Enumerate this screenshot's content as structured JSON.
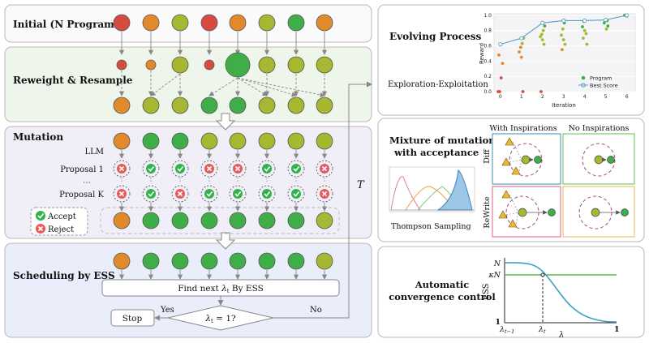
{
  "panels": {
    "initial": {
      "title": "Initial (N Programs)"
    },
    "reweight": {
      "title": "Reweight & Resample"
    },
    "mutation": {
      "title": "Mutation",
      "row_labels": [
        "LLM",
        "Proposal 1",
        "⋯",
        "Proposal K"
      ],
      "legend": {
        "accept": "Accept",
        "reject": "Reject"
      },
      "proposal1": [
        "reject",
        "accept",
        "accept",
        "reject",
        "reject",
        "accept",
        "accept",
        "reject"
      ],
      "proposalK": [
        "reject",
        "accept",
        "reject",
        "accept",
        "accept",
        "accept",
        "accept",
        "reject"
      ]
    },
    "scheduling": {
      "title": "Scheduling by ESS",
      "find_box": "Find next λ_t By ESS",
      "find_prefix": "Find next ",
      "find_lambda": "λ",
      "find_sub": "t",
      "find_suffix": " By ESS",
      "decision_lambda": "λ",
      "decision_sub": "t",
      "decision_suffix": " = 1?",
      "yes": "Yes",
      "no": "No",
      "stop": "Stop"
    },
    "loop_label": "T"
  },
  "rows": {
    "initial": [
      "red",
      "orange",
      "olive",
      "red",
      "orange",
      "olive",
      "green",
      "orange"
    ],
    "reweight_small": [
      "red",
      "orange",
      "olive",
      "red",
      "green",
      "olive",
      "olive",
      "olive"
    ],
    "reweight_sizes": [
      "s",
      "s",
      "m",
      "s",
      "xl",
      "m",
      "m",
      "m"
    ],
    "resampled": [
      "orange",
      "olive",
      "olive",
      "green",
      "green",
      "olive",
      "olive",
      "olive"
    ],
    "mutation_top": [
      "orange",
      "green",
      "green",
      "olive",
      "olive",
      "olive",
      "olive",
      "olive"
    ],
    "mutation_bottom": [
      "orange",
      "green",
      "green",
      "green",
      "green",
      "green",
      "green",
      "olive"
    ],
    "scheduling": [
      "orange",
      "green",
      "green",
      "green",
      "green",
      "green",
      "green",
      "olive"
    ]
  },
  "colors": {
    "red": "#d64a3f",
    "orange": "#e28a2b",
    "olive": "#a6b832",
    "green": "#3fae48",
    "accept": "#2fb34a",
    "reject": "#e85a5a",
    "panel_green": "#eef5ea",
    "panel_lav": "#f0eff7",
    "panel_blue": "#e9eefa",
    "panel_border": "#b8b8b8"
  },
  "evolving": {
    "title": "Evolving Process",
    "subtitle": "Exploration-Exploitation",
    "legend": {
      "program": "Program",
      "best": "Best Score"
    }
  },
  "chart_data": {
    "type": "scatter",
    "title": "",
    "xlabel": "Iteration",
    "ylabel": "Reward",
    "x_ticks": [
      0,
      1,
      2,
      3,
      4,
      5,
      6
    ],
    "y_ticks": [
      0.0,
      0.2,
      0.4,
      0.6,
      0.8,
      1.0
    ],
    "xlim": [
      -0.3,
      6.4
    ],
    "ylim": [
      0,
      1.02
    ],
    "series": [
      {
        "name": "Program",
        "points": [
          [
            0,
            0.0
          ],
          [
            0,
            0.0
          ],
          [
            0,
            0.18
          ],
          [
            0,
            0.37
          ],
          [
            0,
            0.48
          ],
          [
            1,
            0.0
          ],
          [
            1,
            0.45
          ],
          [
            1,
            0.52
          ],
          [
            1,
            0.58
          ],
          [
            1,
            0.63
          ],
          [
            1,
            0.7
          ],
          [
            2,
            0.0
          ],
          [
            2,
            0.62
          ],
          [
            2,
            0.68
          ],
          [
            2,
            0.72
          ],
          [
            2,
            0.75
          ],
          [
            2,
            0.8
          ],
          [
            2,
            0.86
          ],
          [
            3,
            0.55
          ],
          [
            3,
            0.62
          ],
          [
            3,
            0.68
          ],
          [
            3,
            0.74
          ],
          [
            3,
            0.82
          ],
          [
            3,
            0.9
          ],
          [
            4,
            0.62
          ],
          [
            4,
            0.7
          ],
          [
            4,
            0.76
          ],
          [
            4,
            0.8
          ],
          [
            4,
            0.85
          ],
          [
            4,
            0.92
          ],
          [
            5,
            0.82
          ],
          [
            5,
            0.86
          ],
          [
            5,
            0.9
          ],
          [
            5,
            0.93
          ],
          [
            6,
            0.99
          ],
          [
            6,
            1.0
          ]
        ]
      },
      {
        "name": "Best Score",
        "points": [
          [
            0,
            0.62
          ],
          [
            1,
            0.7
          ],
          [
            2,
            0.9
          ],
          [
            3,
            0.93
          ],
          [
            4,
            0.93
          ],
          [
            5,
            0.94
          ],
          [
            6,
            1.0
          ]
        ]
      }
    ],
    "legend_position": "bottom-right"
  },
  "mixture": {
    "title_line1": "Mixture of mutation",
    "title_line2": "with acceptance",
    "col1": "With Inspirations",
    "col2": "No Inspirations",
    "row1": "Diff",
    "row2": "ReWrite",
    "thompson": "Thompson Sampling"
  },
  "convergence": {
    "title_line1": "Automatic",
    "title_line2": "convergence control",
    "ylabel": "ESS",
    "xlabel": "λ",
    "y_N": "N",
    "y_kN": "κN",
    "y_1": "1",
    "x_prev": "λ",
    "x_prev_sub": "t−1",
    "x_cur": "λ",
    "x_cur_sub": "t",
    "x_one": "1"
  }
}
